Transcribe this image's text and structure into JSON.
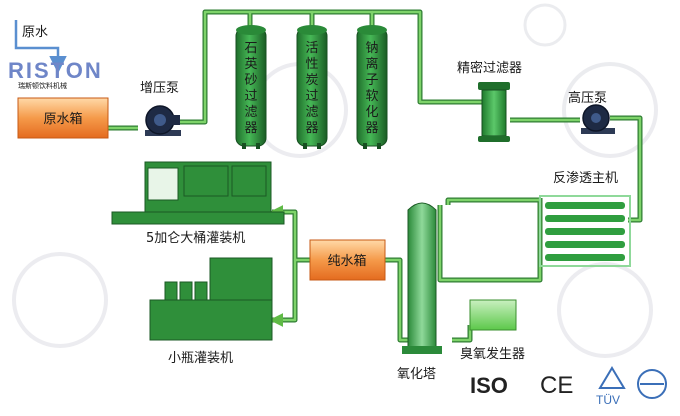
{
  "labels": {
    "raw_water": "原水",
    "raw_tank": "原水箱",
    "booster_pump": "增压泵",
    "quartz_filter": "石英砂过滤器",
    "carbon_filter": "活性炭过滤器",
    "softener": "钠离子软化器",
    "precision_filter": "精密过滤器",
    "high_pressure_pump": "高压泵",
    "ro_unit": "反渗透主机",
    "pure_tank": "纯水箱",
    "barrel_filler": "5加仑大桶灌装机",
    "bottle_filler": "小瓶灌装机",
    "oxidation_tower": "氧化塔",
    "ozone_generator": "臭氧发生器"
  },
  "brand": {
    "name": "RISTON",
    "subtitle": "瑞斯顿饮料机械"
  },
  "certs": {
    "iso": "ISO",
    "ce": "CE",
    "tuv": "TÜV"
  },
  "colors": {
    "pipe": "#5fba46",
    "pipe_dark": "#2e7d32",
    "vessel": "#2f9e3f",
    "machine": "#2f8f3a",
    "tank_orange": "#f08a3c",
    "pump": "#1e2a44",
    "watermark": "#dcdde3"
  }
}
